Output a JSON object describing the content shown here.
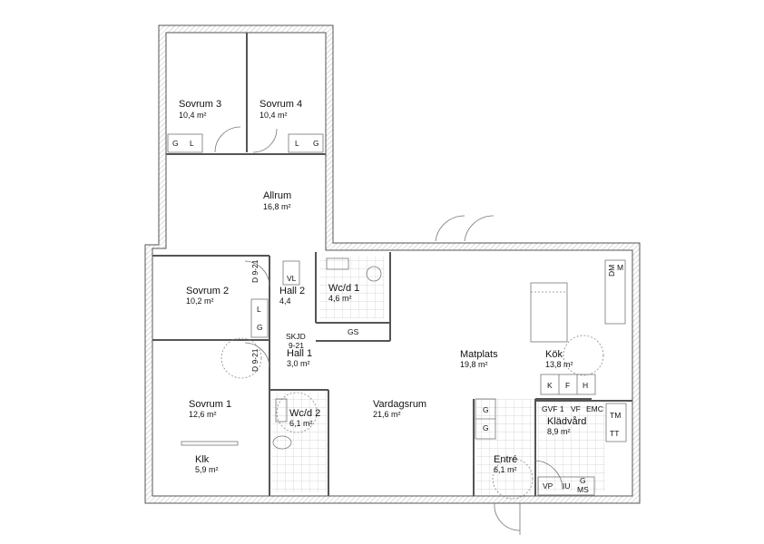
{
  "rooms": {
    "sovrum3": {
      "name": "Sovrum 3",
      "area": "10,4 m²"
    },
    "sovrum4": {
      "name": "Sovrum 4",
      "area": "10,4 m²"
    },
    "allrum": {
      "name": "Allrum",
      "area": "16,8 m²"
    },
    "sovrum2": {
      "name": "Sovrum 2",
      "area": "10,2 m²"
    },
    "hall2": {
      "name": "Hall 2",
      "area": "4,4"
    },
    "wcd1": {
      "name": "Wc/d 1",
      "area": "4,6 m²"
    },
    "hall1": {
      "name": "Hall 1",
      "area": "3,0 m²"
    },
    "matplats": {
      "name": "Matplats",
      "area": "19,8 m²"
    },
    "kok": {
      "name": "Kök",
      "area": "13,8 m²"
    },
    "vardagsrum": {
      "name": "Vardagsrum",
      "area": "21,6 m²"
    },
    "sovrum1": {
      "name": "Sovrum 1",
      "area": "12,6 m²"
    },
    "wcd2": {
      "name": "Wc/d 2",
      "area": "6,1 m²"
    },
    "klk": {
      "name": "Klk",
      "area": "5,9 m²"
    },
    "kladvard": {
      "name": "Klädvård",
      "area": "8,9 m²"
    },
    "entre": {
      "name": "Entré",
      "area": "6,1 m²"
    }
  },
  "fixtures": {
    "s3_g": "G",
    "s3_l": "L",
    "s4_l": "L",
    "s4_g": "G",
    "s2_l": "L",
    "s2_g": "G",
    "door_s2": "D 9-21",
    "door_s1": "D 9-21",
    "vl": "VL",
    "skjd": "SKJD",
    "skjd_size": "9-21",
    "gs": "GS",
    "dm": "DM",
    "m": "M",
    "k": "K",
    "f": "F",
    "h": "H",
    "gvf1": "GVF 1",
    "vf": "VF",
    "emc": "EMC",
    "tm": "TM",
    "tt": "TT",
    "entre_g1": "G",
    "entre_g2": "G",
    "vp": "VP",
    "iu": "IU",
    "g": "G",
    "ms": "MS"
  }
}
